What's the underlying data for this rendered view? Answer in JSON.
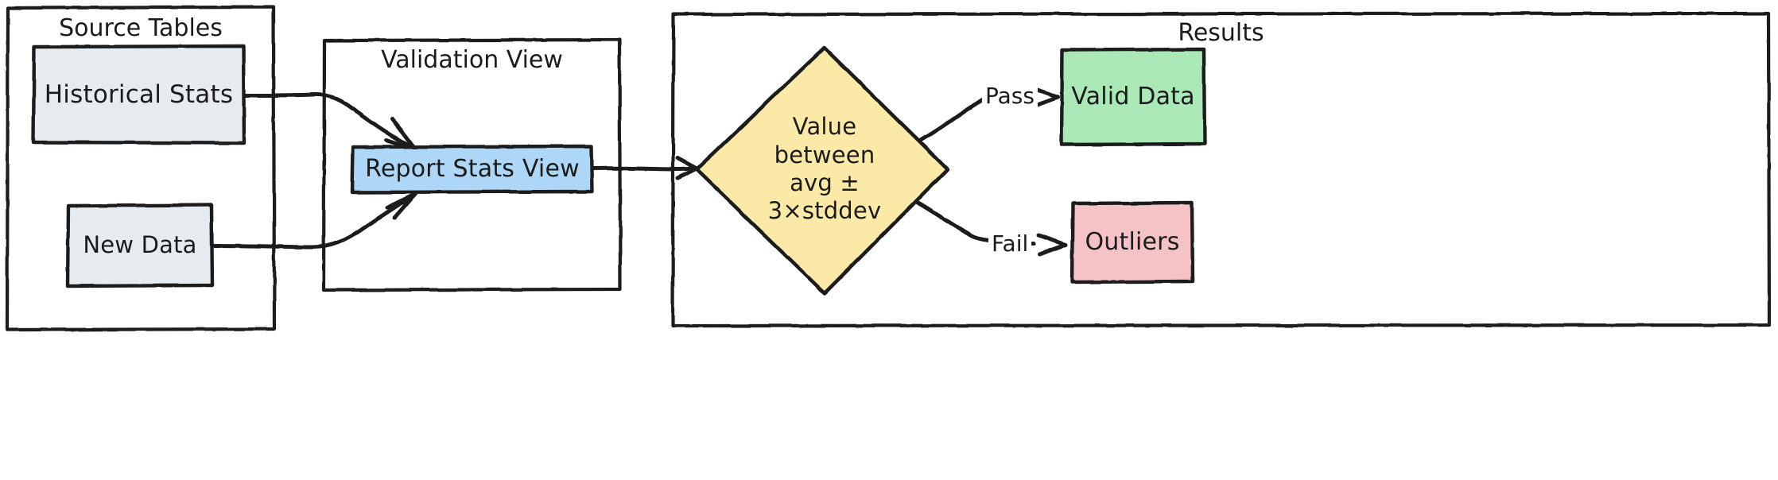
{
  "diagram": {
    "type": "flowchart",
    "style": "hand-drawn",
    "background": "#ffffff",
    "stroke_color": "#1f1f1f",
    "text_color": "#1b1b1b"
  },
  "groups": [
    {
      "id": "source-tables",
      "title": "Source Tables"
    },
    {
      "id": "validation-view",
      "title": "Validation View"
    },
    {
      "id": "results",
      "title": "Results"
    }
  ],
  "nodes": [
    {
      "id": "historical-stats",
      "label": "Historical Stats",
      "shape": "rect",
      "fill": "#e6ebef",
      "group": "source-tables"
    },
    {
      "id": "new-data",
      "label": "New Data",
      "shape": "rect",
      "fill": "#e6ebef",
      "group": "source-tables"
    },
    {
      "id": "report-stats-view",
      "label": "Report Stats View",
      "shape": "rect",
      "fill": "#aed6f7",
      "group": "validation-view"
    },
    {
      "id": "value-check",
      "label": "Value\nbetween\navg ±\n3×stddev",
      "shape": "diamond",
      "fill": "#fae9a7",
      "group": "results"
    },
    {
      "id": "valid-data",
      "label": "Valid Data",
      "shape": "rect",
      "fill": "#aae8b8",
      "group": "results"
    },
    {
      "id": "outliers",
      "label": "Outliers",
      "shape": "rect",
      "fill": "#f5c3c5",
      "group": "results"
    }
  ],
  "edges": [
    {
      "id": "e1",
      "from": "historical-stats",
      "to": "report-stats-view",
      "label": ""
    },
    {
      "id": "e2",
      "from": "new-data",
      "to": "report-stats-view",
      "label": ""
    },
    {
      "id": "e3",
      "from": "report-stats-view",
      "to": "value-check",
      "label": ""
    },
    {
      "id": "e4",
      "from": "value-check",
      "to": "valid-data",
      "label": "Pass"
    },
    {
      "id": "e5",
      "from": "value-check",
      "to": "outliers",
      "label": "Fail"
    }
  ],
  "edge_labels": {
    "pass": "Pass",
    "fail": "Fail"
  }
}
